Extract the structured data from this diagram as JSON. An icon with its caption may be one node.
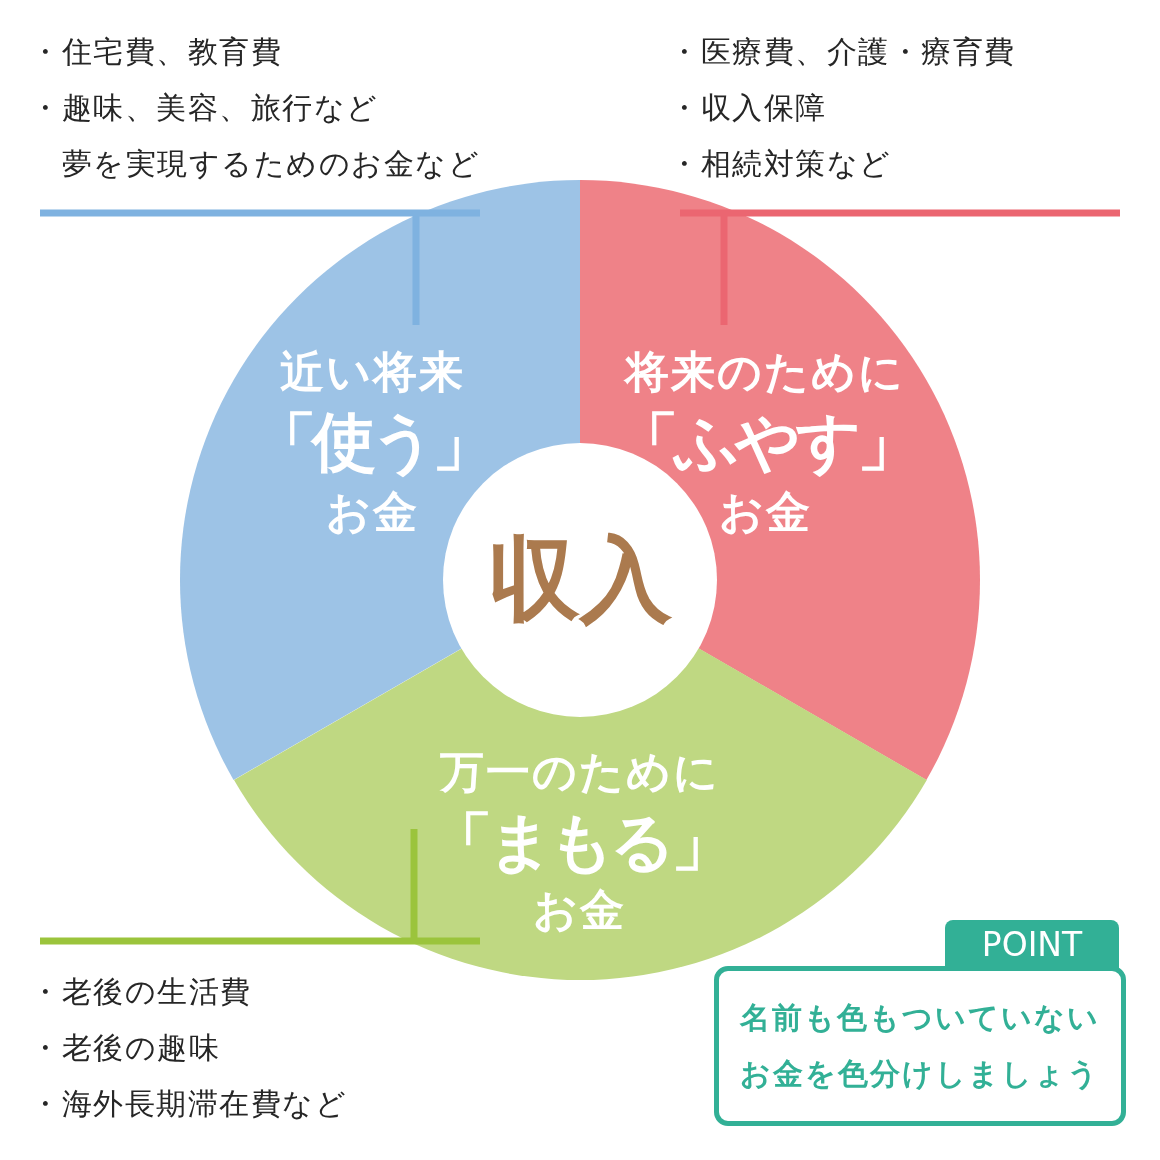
{
  "diagram": {
    "nodes": [
      {
        "text": [
          "・住宅費、教育費",
          "・趣味、美容、旅行など",
          "夢を実現するためのお金など"
        ]
      },
      {
        "text": [
          "・医療費、介護・療育費",
          "・収入保障",
          "・相続対策など"
        ]
      },
      {
        "text": [
          "近い将来",
          "「使う」",
          "お金"
        ]
      },
      {
        "text": [
          "将来のために",
          "「ふやす」",
          "お金"
        ]
      },
      {
        "text": [
          "収入"
        ]
      },
      {
        "text": [
          "万一のために",
          "「まもる」",
          "お金"
        ]
      },
      {
        "text": [
          "・老後の生活費",
          "・老後の趣味",
          "・海外長期滞在費など"
        ]
      },
      {
        "text": [
          "POINT",
          "名前も色もついていないお金を色分けしましょう"
        ]
      }
    ],
    "edges": [
      {
        "from": 0,
        "to": 2,
        "arrow": "none",
        "color": "#7fb2e0"
      },
      {
        "from": 1,
        "to": 3,
        "arrow": "none",
        "color": "#eb6671"
      },
      {
        "from": 6,
        "to": 5,
        "arrow": "none",
        "color": "#9bc43c"
      }
    ]
  }
}
